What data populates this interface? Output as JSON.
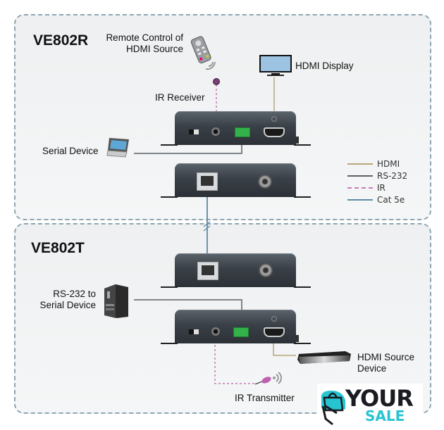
{
  "receiver": {
    "title": "VE802R",
    "labels": {
      "remote_line1": "Remote Control of",
      "remote_line2": "HDMI Source",
      "ir_receiver": "IR Receiver",
      "hdmi_display": "HDMI Display",
      "serial_device": "Serial Device"
    }
  },
  "transmitter": {
    "title": "VE802T",
    "labels": {
      "rs232_line1": "RS-232 to",
      "rs232_line2": "Serial Device",
      "hdmi_source_line1": "HDMI Source",
      "hdmi_source_line2": "Device",
      "ir_transmitter": "IR Transmitter"
    }
  },
  "legend": [
    {
      "label": "HDMI",
      "color": "#b8a77a",
      "style": "solid"
    },
    {
      "label": "RS-232",
      "color": "#5b6168",
      "style": "solid"
    },
    {
      "label": "IR",
      "color": "#c77db0",
      "style": "dashed"
    },
    {
      "label": "Cat 5e",
      "color": "#5d8aa3",
      "style": "solid"
    }
  ],
  "watermark": {
    "line1": "YOUR",
    "line2": "SALE",
    "accent": "#26c4d1",
    "dark": "#1a1c22"
  }
}
